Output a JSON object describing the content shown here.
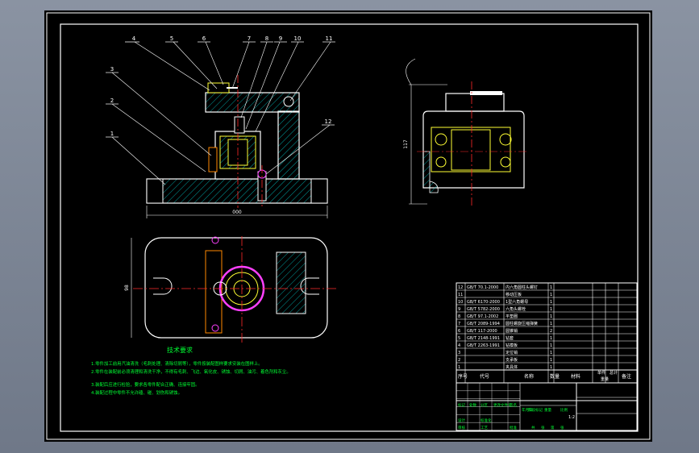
{
  "callouts": [
    "4",
    "5",
    "6",
    "7",
    "8",
    "9",
    "10",
    "11",
    "3",
    "2",
    "1",
    "12"
  ],
  "dims": {
    "base_width": "000",
    "side_height": "117",
    "plan_height": "98",
    "plan_scale": "1:2"
  },
  "tech": {
    "title": "技术要求",
    "lines": [
      "1.零件加工前用汽油清洗（毛刺处理、清除切屑等），零件按装配图样要求安装在图样上。",
      "2.零件在装配前必须清理和清洗干净，不得有毛刺、飞边、氧化皮、锈蚀、切屑、油污、着色剂和灰尘。",
      "3.装配后应进行检验，要求各零件配合正确、连接牢固。",
      "4.装配过程中零件不允许磕、碰、划伤和锈蚀。"
    ]
  },
  "bom": {
    "header": {
      "no": "序号",
      "code": "代号",
      "name": "名称",
      "qty": "数量",
      "material": "材料",
      "weight": "重量",
      "unit": "单件",
      "total": "总计",
      "remark": "备注"
    },
    "rows": [
      {
        "no": "12",
        "code": "GB/T 70.1-2000",
        "name": "内六角圆柱头螺钉",
        "qty": "1",
        "material": "",
        "remark": ""
      },
      {
        "no": "11",
        "code": "",
        "name": "移动压板",
        "qty": "1",
        "material": "",
        "remark": ""
      },
      {
        "no": "10",
        "code": "GB/T 6170-2000",
        "name": "1型六角螺母",
        "qty": "1",
        "material": "",
        "remark": ""
      },
      {
        "no": "9",
        "code": "GB/T 5782-2000",
        "name": "六角头螺栓",
        "qty": "1",
        "material": "",
        "remark": ""
      },
      {
        "no": "8",
        "code": "GB/T 97.1-2002",
        "name": "平垫圈",
        "qty": "1",
        "material": "",
        "remark": ""
      },
      {
        "no": "7",
        "code": "GB/T 2089-1994",
        "name": "圆柱螺旋压缩弹簧",
        "qty": "1",
        "material": "",
        "remark": ""
      },
      {
        "no": "6",
        "code": "GB/T 117-2000",
        "name": "圆锥销",
        "qty": "2",
        "material": "",
        "remark": ""
      },
      {
        "no": "5",
        "code": "GB/T 2148-1991",
        "name": "钻套",
        "qty": "1",
        "material": "",
        "remark": ""
      },
      {
        "no": "4",
        "code": "GB/T 2263-1991",
        "name": "钻模板",
        "qty": "1",
        "material": "",
        "remark": ""
      },
      {
        "no": "3",
        "code": "",
        "name": "定位销",
        "qty": "1",
        "material": "",
        "remark": ""
      },
      {
        "no": "2",
        "code": "",
        "name": "支承板",
        "qty": "1",
        "material": "",
        "remark": ""
      },
      {
        "no": "1",
        "code": "",
        "name": "夹具体",
        "qty": "1",
        "material": "",
        "remark": ""
      }
    ]
  },
  "title_block": {
    "labels": [
      "标记",
      "处数",
      "分区",
      "更改文件号",
      "签名",
      "年月日",
      "设计",
      "标准化",
      "阶段标记",
      "重量",
      "比例",
      "审核",
      "工艺",
      "批准",
      "共",
      "张",
      "第",
      "张"
    ]
  },
  "colors": {
    "outline": "#ffffff",
    "hatch": "#00c8c8",
    "centerline": "#ff2a2a",
    "dimension": "#ffffff",
    "magenta": "#ff40ff",
    "yellow": "#ffff33",
    "green_text": "#00ff33",
    "leader": "#ffffff"
  }
}
